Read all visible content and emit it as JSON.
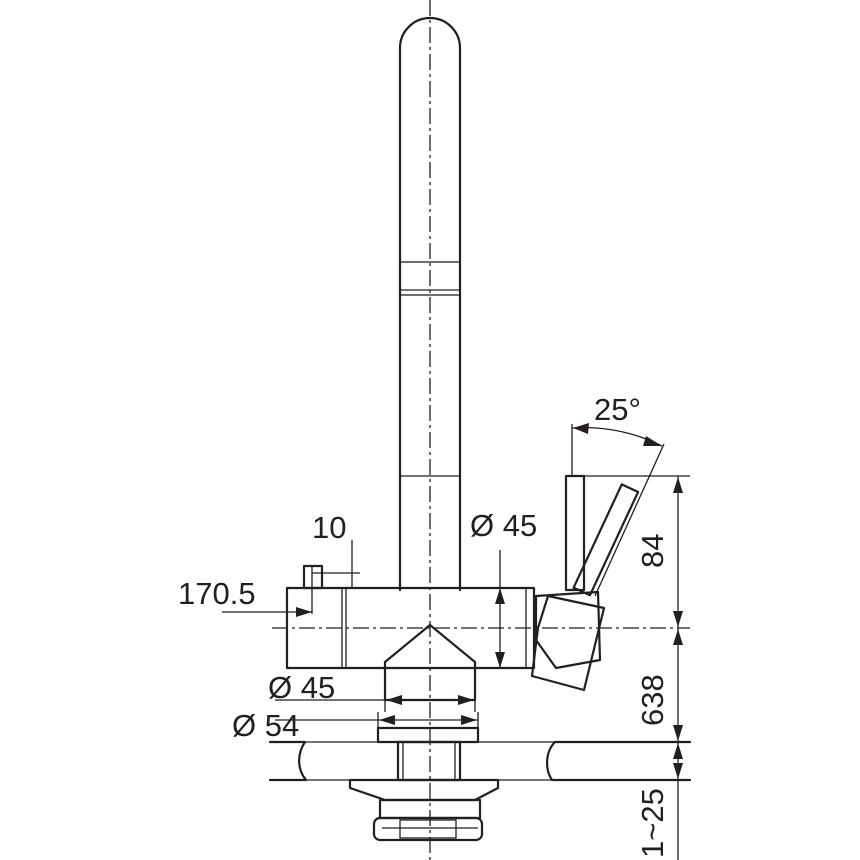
{
  "dimensions": {
    "offset": "10",
    "height_total": "170.5",
    "body_diameter": "Ø 45",
    "base_diameter": "Ø 45",
    "hole_diameter": "Ø 54",
    "handle_angle": "25°",
    "handle_height": "84",
    "body_height": "638",
    "sink_thickness": "1~25"
  }
}
